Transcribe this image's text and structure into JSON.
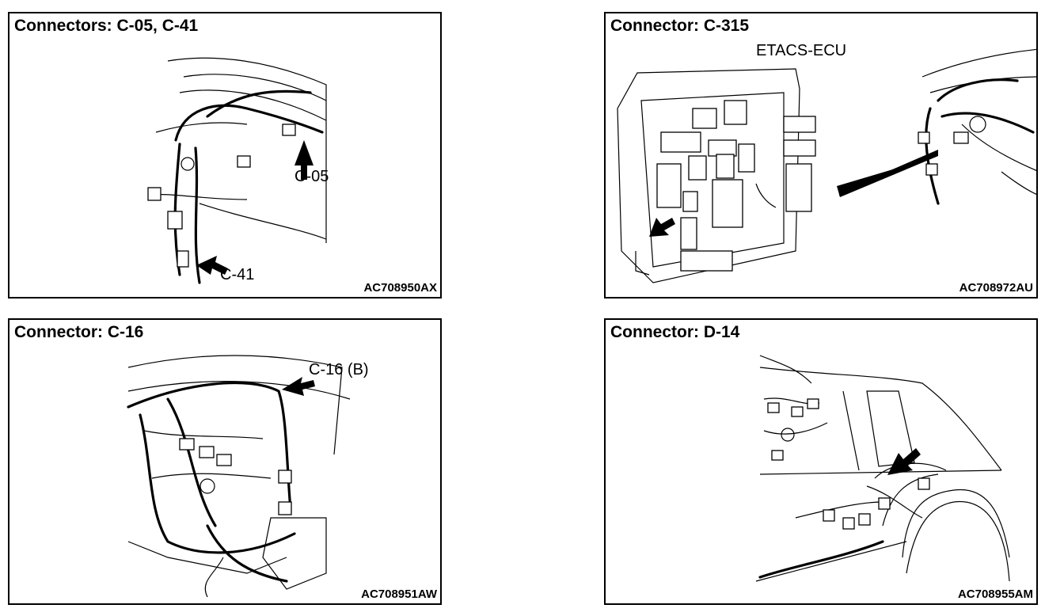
{
  "panels": [
    {
      "title": "Connectors: C-05, C-41",
      "code": "AC708950AX",
      "labels": [
        "C-05",
        "C-41"
      ]
    },
    {
      "title": "Connector: C-315",
      "code": "AC708972AU",
      "labels": [
        "ETACS-ECU"
      ]
    },
    {
      "title": "Connector: C-16",
      "code": "AC708951AW",
      "labels": [
        "C-16 (B)"
      ]
    },
    {
      "title": "Connector: D-14",
      "code": "AC708955AM",
      "labels": []
    }
  ]
}
